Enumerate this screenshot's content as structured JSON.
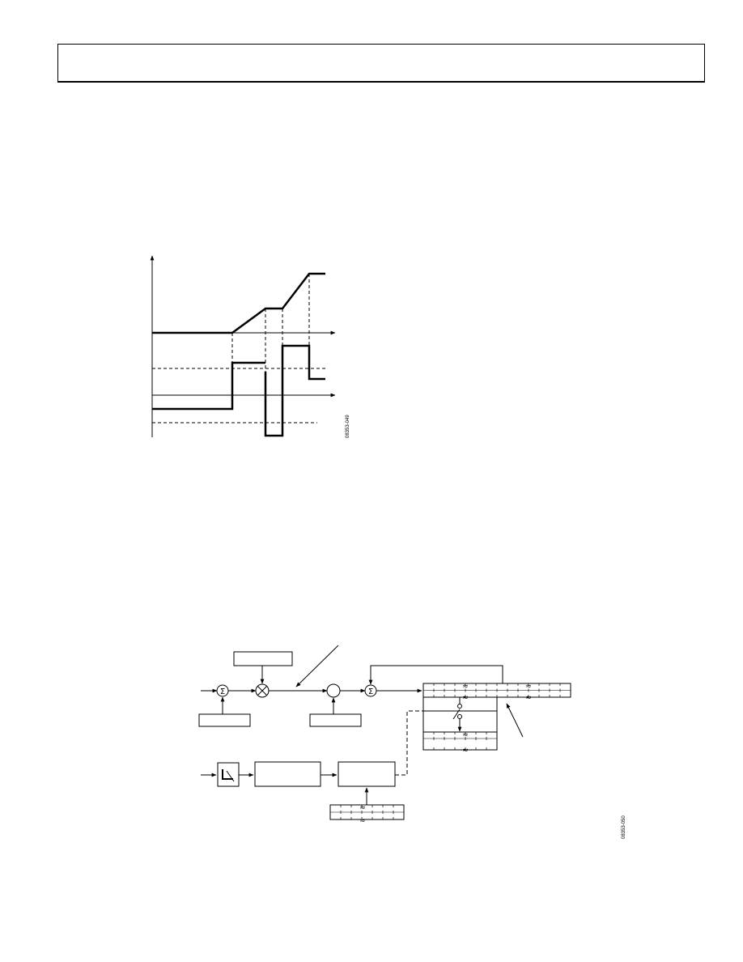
{
  "header": {
    "title": ""
  },
  "figure_top": {
    "code": "08353-049"
  },
  "figure_bottom": {
    "code": "08353-050"
  },
  "icons": {
    "summing_junction": "Σ",
    "multiplier": "⊗",
    "register_break": "≈"
  }
}
